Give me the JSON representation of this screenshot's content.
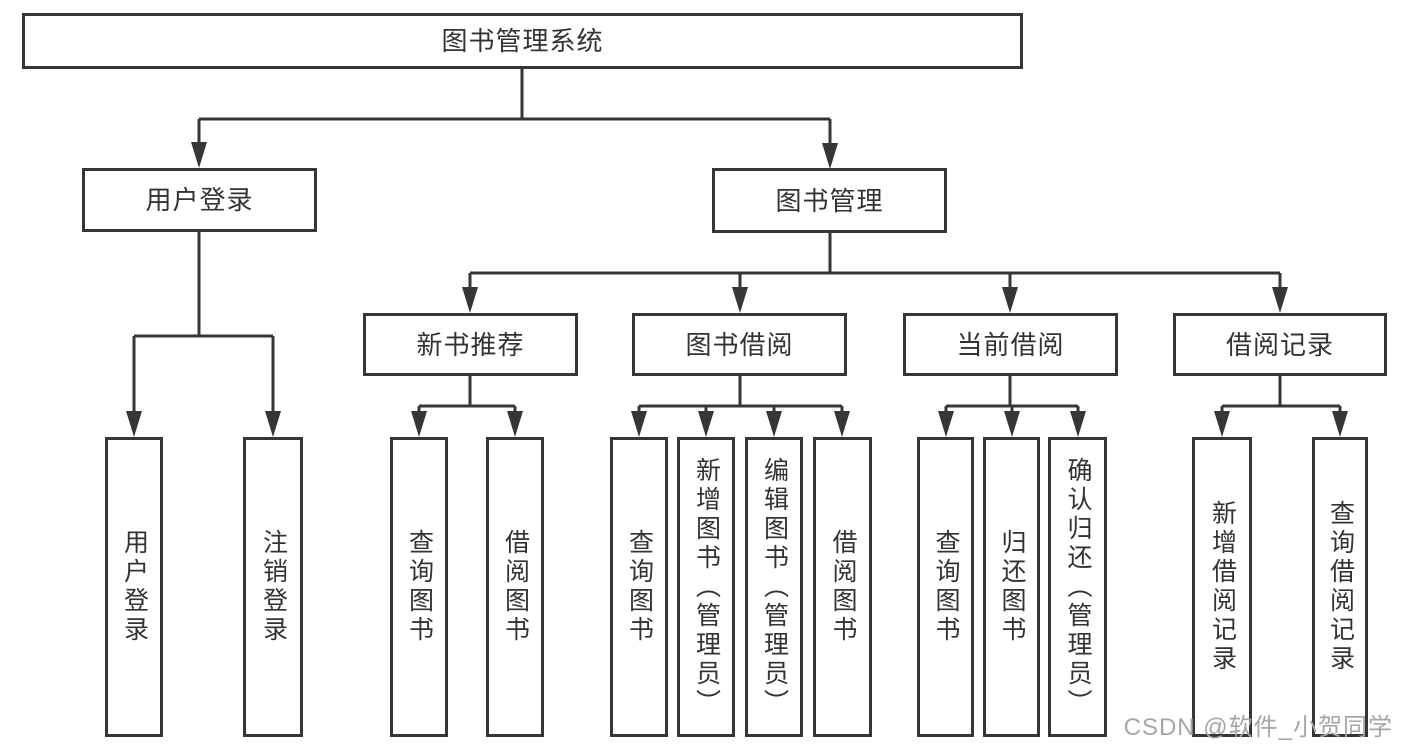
{
  "diagram_title": "图书管理系统",
  "nodes": {
    "root": "图书管理系统",
    "user_login": "用户登录",
    "book_management": "图书管理",
    "new_book_recommend": "新书推荐",
    "book_borrowing": "图书借阅",
    "current_borrowing": "当前借阅",
    "borrowing_records": "借阅记录",
    "user_login_leaf": "用户登录",
    "logout_leaf": "注销登录",
    "query_books_1": "查询图书",
    "borrow_books_1": "借阅图书",
    "query_books_2": "查询图书",
    "add_books_admin": "新增图书（管理员）",
    "edit_books_admin": "编辑图书（管理员）",
    "borrow_books_2": "借阅图书",
    "query_books_3": "查询图书",
    "return_books": "归还图书",
    "confirm_return_admin": "确认归还（管理员）",
    "add_borrow_record": "新增借阅记录",
    "query_borrow_record": "查询借阅记录"
  },
  "hierarchy": {
    "图书管理系统": {
      "用户登录": [
        "用户登录",
        "注销登录"
      ],
      "图书管理": {
        "新书推荐": [
          "查询图书",
          "借阅图书"
        ],
        "图书借阅": [
          "查询图书",
          "新增图书（管理员）",
          "编辑图书（管理员）",
          "借阅图书"
        ],
        "当前借阅": [
          "查询图书",
          "归还图书",
          "确认归还（管理员）"
        ],
        "借阅记录": [
          "新增借阅记录",
          "查询借阅记录"
        ]
      }
    }
  },
  "watermark": "CSDN @软件_小贺同学",
  "colors": {
    "line": "#363636",
    "text": "#333333",
    "box_background": "#ffffff",
    "watermark": "#a6a6a6",
    "page_background": "#ffffff"
  }
}
